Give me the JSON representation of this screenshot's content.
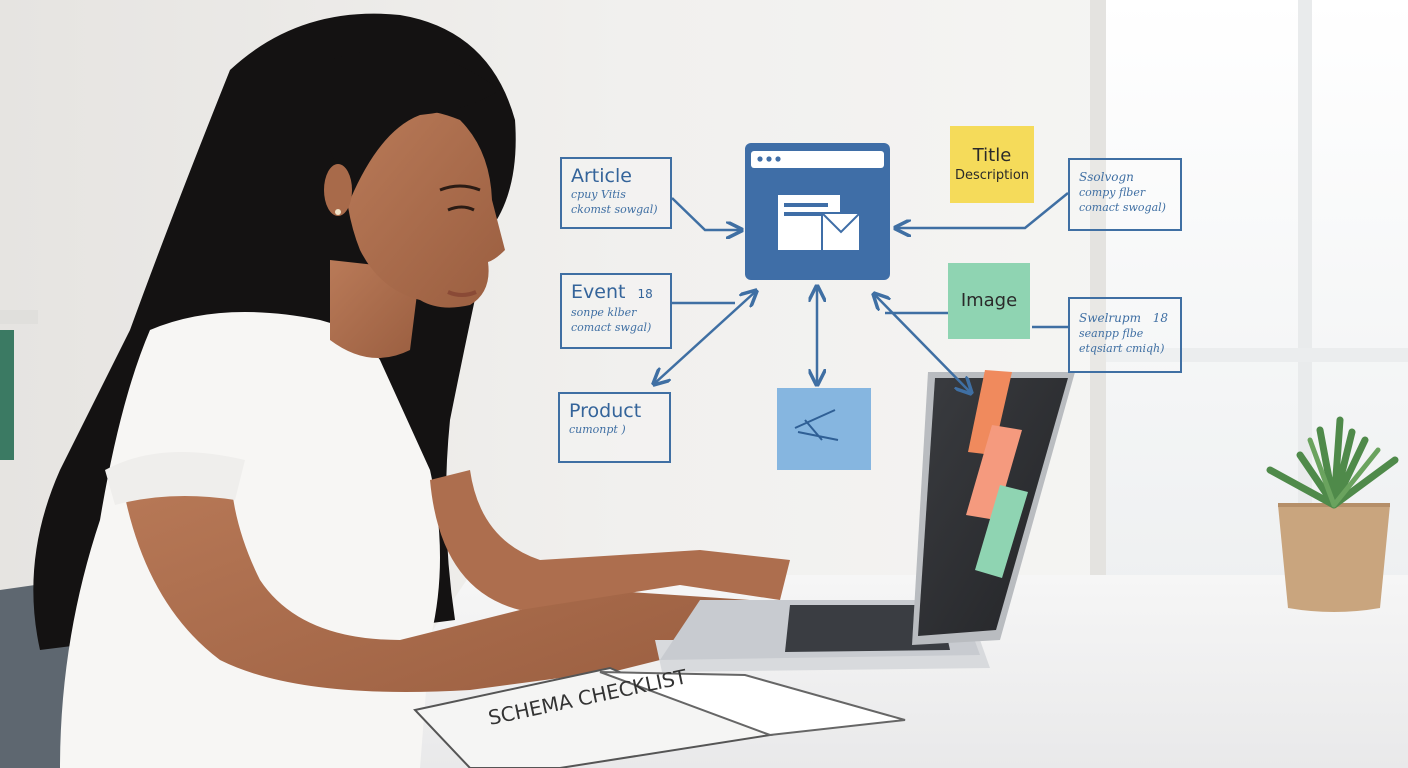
{
  "diagram": {
    "left_boxes": [
      {
        "title": "Article",
        "lines": [
          "cpuy Vitis",
          "ckomst sowgal)"
        ]
      },
      {
        "title": "Event",
        "badge": "18",
        "lines": [
          "sonpe klber",
          "comact swgal)"
        ]
      },
      {
        "title": "Product",
        "lines": [
          "cumonpt )"
        ]
      }
    ],
    "right_boxes": [
      {
        "lines": [
          "Ssolvogn",
          "compy flber",
          "comact swogal)"
        ]
      },
      {
        "lines": [
          "Swelrupm",
          "seanpp flbe",
          "etqsiart cmiqh)"
        ],
        "badge": "18"
      }
    ],
    "notes": {
      "title_note": {
        "title": "Title",
        "subtitle": "Description"
      },
      "image_note": {
        "title": "Image"
      }
    }
  },
  "notebook": {
    "cover_text": "SCHEMA CHECKLIST"
  },
  "colors": {
    "diagram_blue": "#3f6fa3",
    "center_box": "#3f6ea7",
    "note_yellow": "#f5db5a",
    "note_green": "#8fd4b2",
    "note_blue": "#86b6e0",
    "note_orange": "#f08a5d",
    "note_salmon": "#f59a7e"
  }
}
